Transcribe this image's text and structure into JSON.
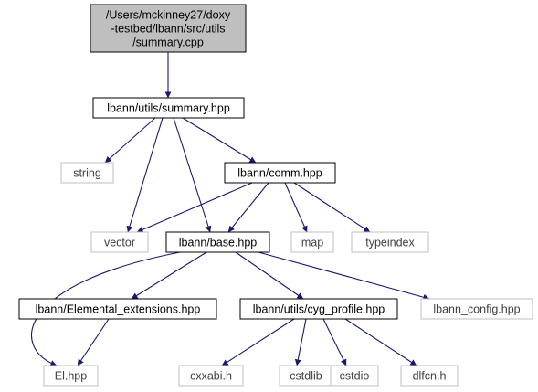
{
  "nodes": [
    {
      "id": "root",
      "lines": [
        "/Users/mckinney27/doxy",
        "-testbed/lbann/src/utils",
        "/summary.cpp"
      ],
      "style": "root"
    },
    {
      "id": "summary_hpp",
      "lines": [
        "lbann/utils/summary.hpp"
      ],
      "style": "documented"
    },
    {
      "id": "string",
      "lines": [
        "string"
      ],
      "style": "external"
    },
    {
      "id": "comm_hpp",
      "lines": [
        "lbann/comm.hpp"
      ],
      "style": "documented"
    },
    {
      "id": "vector",
      "lines": [
        "vector"
      ],
      "style": "external"
    },
    {
      "id": "base_hpp",
      "lines": [
        "lbann/base.hpp"
      ],
      "style": "documented"
    },
    {
      "id": "map",
      "lines": [
        "map"
      ],
      "style": "external"
    },
    {
      "id": "typeindex",
      "lines": [
        "typeindex"
      ],
      "style": "external"
    },
    {
      "id": "elemental_ext",
      "lines": [
        "lbann/Elemental_extensions.hpp"
      ],
      "style": "documented"
    },
    {
      "id": "cyg_profile",
      "lines": [
        "lbann/utils/cyg_profile.hpp"
      ],
      "style": "documented"
    },
    {
      "id": "lbann_config",
      "lines": [
        "lbann_config.hpp"
      ],
      "style": "external"
    },
    {
      "id": "el_hpp",
      "lines": [
        "El.hpp"
      ],
      "style": "external"
    },
    {
      "id": "cxxabi",
      "lines": [
        "cxxabi.h"
      ],
      "style": "external"
    },
    {
      "id": "cstdlib",
      "lines": [
        "cstdlib"
      ],
      "style": "external"
    },
    {
      "id": "cstdio",
      "lines": [
        "cstdio"
      ],
      "style": "external"
    },
    {
      "id": "dlfcn",
      "lines": [
        "dlfcn.h"
      ],
      "style": "external"
    }
  ],
  "edges": [
    {
      "from": "root",
      "to": "summary_hpp"
    },
    {
      "from": "summary_hpp",
      "to": "string"
    },
    {
      "from": "summary_hpp",
      "to": "comm_hpp"
    },
    {
      "from": "summary_hpp",
      "to": "vector"
    },
    {
      "from": "summary_hpp",
      "to": "base_hpp"
    },
    {
      "from": "comm_hpp",
      "to": "vector"
    },
    {
      "from": "comm_hpp",
      "to": "base_hpp"
    },
    {
      "from": "comm_hpp",
      "to": "map"
    },
    {
      "from": "comm_hpp",
      "to": "typeindex"
    },
    {
      "from": "base_hpp",
      "to": "el_hpp"
    },
    {
      "from": "base_hpp",
      "to": "elemental_ext"
    },
    {
      "from": "base_hpp",
      "to": "cyg_profile"
    },
    {
      "from": "base_hpp",
      "to": "lbann_config"
    },
    {
      "from": "elemental_ext",
      "to": "el_hpp"
    },
    {
      "from": "cyg_profile",
      "to": "cxxabi"
    },
    {
      "from": "cyg_profile",
      "to": "cstdlib"
    },
    {
      "from": "cyg_profile",
      "to": "cstdio"
    },
    {
      "from": "cyg_profile",
      "to": "dlfcn"
    }
  ],
  "colors": {
    "edge": "#191970",
    "root_fill": "#bfbfbf",
    "root_border": "#000000",
    "documented_border": "#000000",
    "external_border": "#bfbfbf",
    "external_text": "#404040",
    "text": "#000000"
  }
}
